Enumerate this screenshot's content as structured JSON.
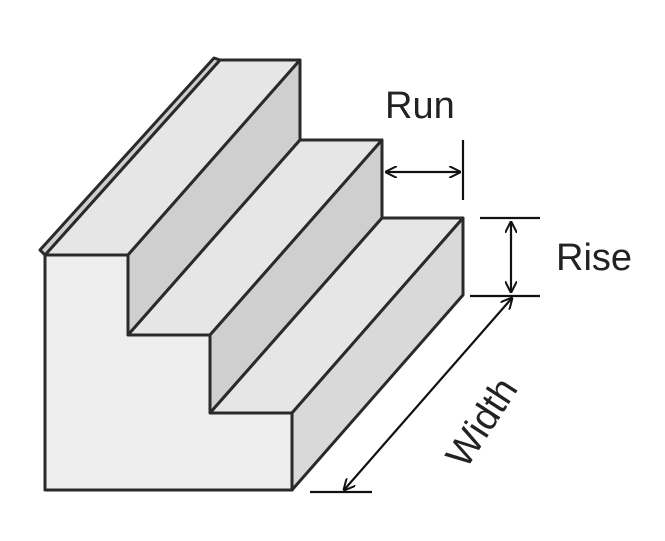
{
  "labels": {
    "run": "Run",
    "rise": "Rise",
    "width": "Width"
  }
}
